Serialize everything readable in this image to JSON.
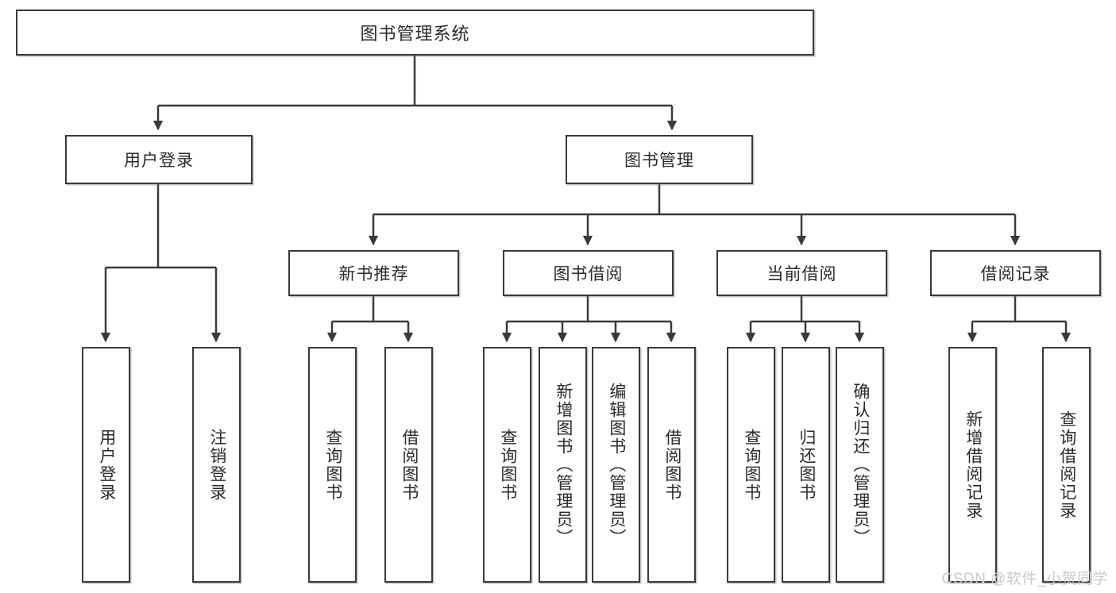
{
  "diagram": {
    "type": "hierarchy-tree",
    "title": "图书管理系统",
    "nodes": {
      "root": {
        "label": "图书管理系统"
      },
      "level2": [
        {
          "id": "user-login",
          "label": "用户登录"
        },
        {
          "id": "book-management",
          "label": "图书管理"
        }
      ],
      "level3": [
        {
          "id": "new-book-recommend",
          "label": "新书推荐",
          "parent": "book-management"
        },
        {
          "id": "book-borrow",
          "label": "图书借阅",
          "parent": "book-management"
        },
        {
          "id": "current-borrow",
          "label": "当前借阅",
          "parent": "book-management"
        },
        {
          "id": "borrow-record",
          "label": "借阅记录",
          "parent": "book-management"
        }
      ],
      "leaves": [
        {
          "id": "leaf-user-login",
          "label": "用户登录",
          "parent": "user-login"
        },
        {
          "id": "leaf-logout",
          "label": "注销登录",
          "parent": "user-login"
        },
        {
          "id": "leaf-query-book-1",
          "label": "查询图书",
          "parent": "new-book-recommend"
        },
        {
          "id": "leaf-borrow-book-1",
          "label": "借阅图书",
          "parent": "new-book-recommend"
        },
        {
          "id": "leaf-query-book-2",
          "label": "查询图书",
          "parent": "book-borrow"
        },
        {
          "id": "leaf-add-book",
          "label": "新增图书（管理员）",
          "parent": "book-borrow"
        },
        {
          "id": "leaf-edit-book",
          "label": "编辑图书（管理员）",
          "parent": "book-borrow"
        },
        {
          "id": "leaf-borrow-book-2",
          "label": "借阅图书",
          "parent": "book-borrow"
        },
        {
          "id": "leaf-query-book-3",
          "label": "查询图书",
          "parent": "current-borrow"
        },
        {
          "id": "leaf-return-book",
          "label": "归还图书",
          "parent": "current-borrow"
        },
        {
          "id": "leaf-confirm-return",
          "label": "确认归还（管理员）",
          "parent": "current-borrow"
        },
        {
          "id": "leaf-add-record",
          "label": "新增借阅记录",
          "parent": "borrow-record"
        },
        {
          "id": "leaf-query-record",
          "label": "查询借阅记录",
          "parent": "borrow-record"
        }
      ]
    },
    "colors": {
      "stroke": "#3a3a3a",
      "background": "#ffffff",
      "text": "#2b2b2b",
      "watermark": "#c9c9c9"
    }
  },
  "watermark": {
    "text": "CSDN @软件_小贺同学"
  }
}
